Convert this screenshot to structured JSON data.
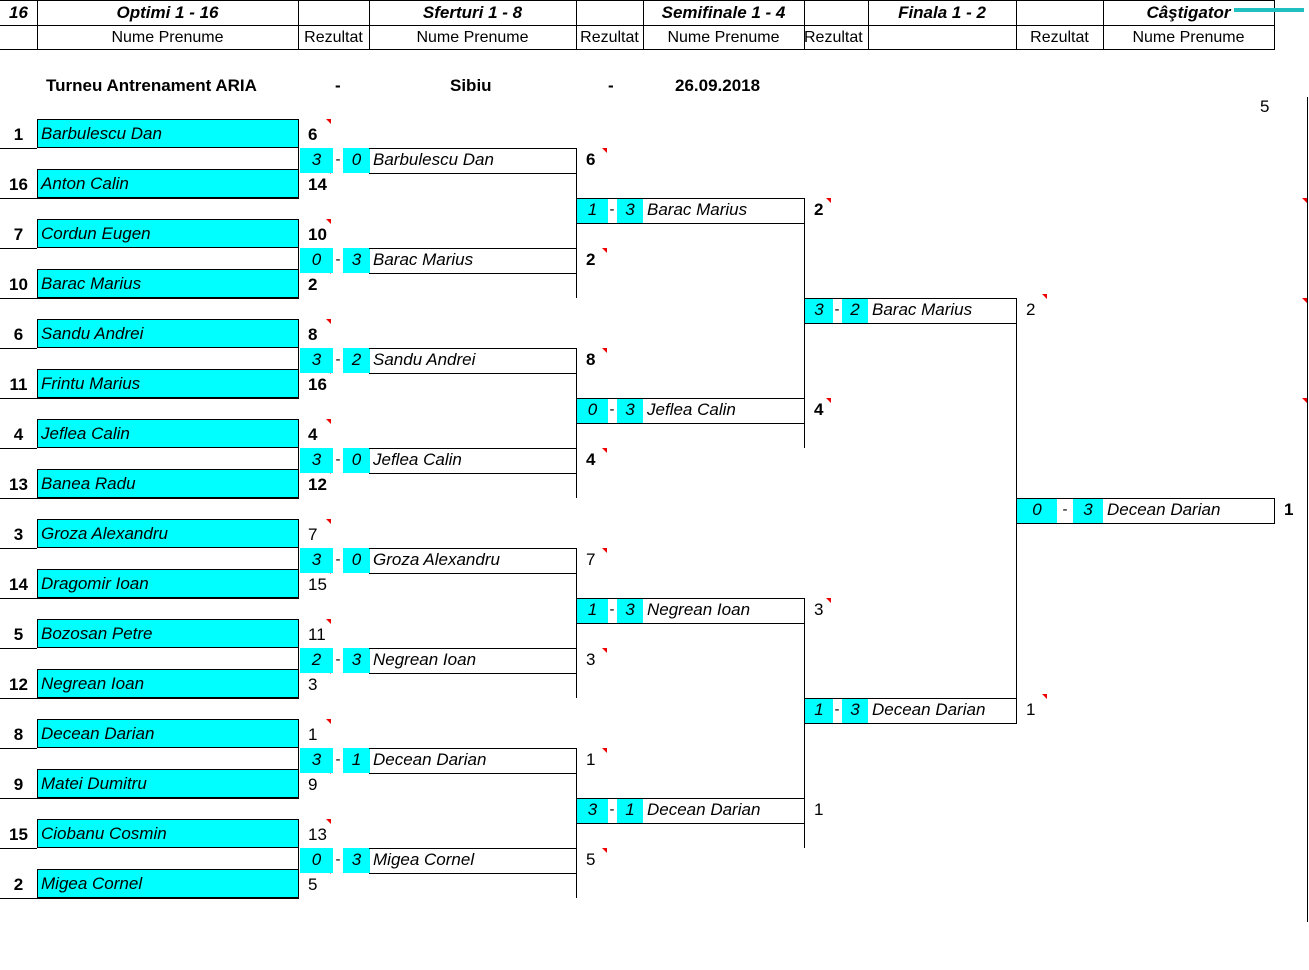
{
  "header": {
    "count": "16",
    "round1": "Optimi 1 - 16",
    "round2": "Sferturi 1 - 8",
    "round3": "Semifinale 1 - 4",
    "round4": "Finala 1 - 2",
    "round5": "Câştigator",
    "name_col": "Nume Prenume",
    "result_col": "Rezultat"
  },
  "tournament": {
    "name": "Turneu Antrenament ARIA",
    "sep": "-",
    "city": "Sibiu",
    "date": "26.09.2018",
    "corner_number": "5"
  },
  "round1": [
    {
      "seed": "1",
      "name": "Barbulescu Dan",
      "val": "6"
    },
    {
      "seed": "16",
      "name": "Anton Calin",
      "val": "14"
    },
    {
      "seed": "7",
      "name": "Cordun Eugen",
      "val": "10"
    },
    {
      "seed": "10",
      "name": "Barac Marius",
      "val": "2"
    },
    {
      "seed": "6",
      "name": "Sandu Andrei",
      "val": "8"
    },
    {
      "seed": "11",
      "name": "Frintu Marius",
      "val": "16"
    },
    {
      "seed": "4",
      "name": "Jeflea Calin",
      "val": "4"
    },
    {
      "seed": "13",
      "name": "Banea Radu",
      "val": "12"
    },
    {
      "seed": "3",
      "name": "Groza Alexandru",
      "val": "7"
    },
    {
      "seed": "14",
      "name": "Dragomir Ioan",
      "val": "15"
    },
    {
      "seed": "5",
      "name": "Bozosan Petre",
      "val": "11"
    },
    {
      "seed": "12",
      "name": "Negrean Ioan",
      "val": "3"
    },
    {
      "seed": "8",
      "name": "Decean Darian",
      "val": "1"
    },
    {
      "seed": "9",
      "name": "Matei Dumitru",
      "val": "9"
    },
    {
      "seed": "15",
      "name": "Ciobanu Cosmin",
      "val": "13"
    },
    {
      "seed": "2",
      "name": "Migea Cornel",
      "val": "5"
    }
  ],
  "round2": [
    {
      "s1": "3",
      "s2": "0",
      "name": "Barbulescu Dan",
      "val": "6"
    },
    {
      "s1": "0",
      "s2": "3",
      "name": "Barac Marius",
      "val": "2"
    },
    {
      "s1": "3",
      "s2": "2",
      "name": "Sandu Andrei",
      "val": "8"
    },
    {
      "s1": "3",
      "s2": "0",
      "name": "Jeflea Calin",
      "val": "4"
    },
    {
      "s1": "3",
      "s2": "0",
      "name": "Groza Alexandru",
      "val": "7"
    },
    {
      "s1": "2",
      "s2": "3",
      "name": "Negrean Ioan",
      "val": "3"
    },
    {
      "s1": "3",
      "s2": "1",
      "name": "Decean Darian",
      "val": "1"
    },
    {
      "s1": "0",
      "s2": "3",
      "name": "Migea Cornel",
      "val": "5"
    }
  ],
  "round3": [
    {
      "s1": "1",
      "s2": "3",
      "name": "Barac Marius",
      "val": "2"
    },
    {
      "s1": "0",
      "s2": "3",
      "name": "Jeflea Calin",
      "val": "4"
    },
    {
      "s1": "1",
      "s2": "3",
      "name": "Negrean Ioan",
      "val": "3"
    },
    {
      "s1": "3",
      "s2": "1",
      "name": "Decean Darian",
      "val": "1"
    }
  ],
  "round4": [
    {
      "s1": "3",
      "s2": "2",
      "name": "Barac Marius",
      "val": "2"
    },
    {
      "s1": "1",
      "s2": "3",
      "name": "Decean Darian",
      "val": "1"
    }
  ],
  "winner": {
    "s1": "0",
    "s2": "3",
    "name": "Decean Darian",
    "val": "1"
  }
}
